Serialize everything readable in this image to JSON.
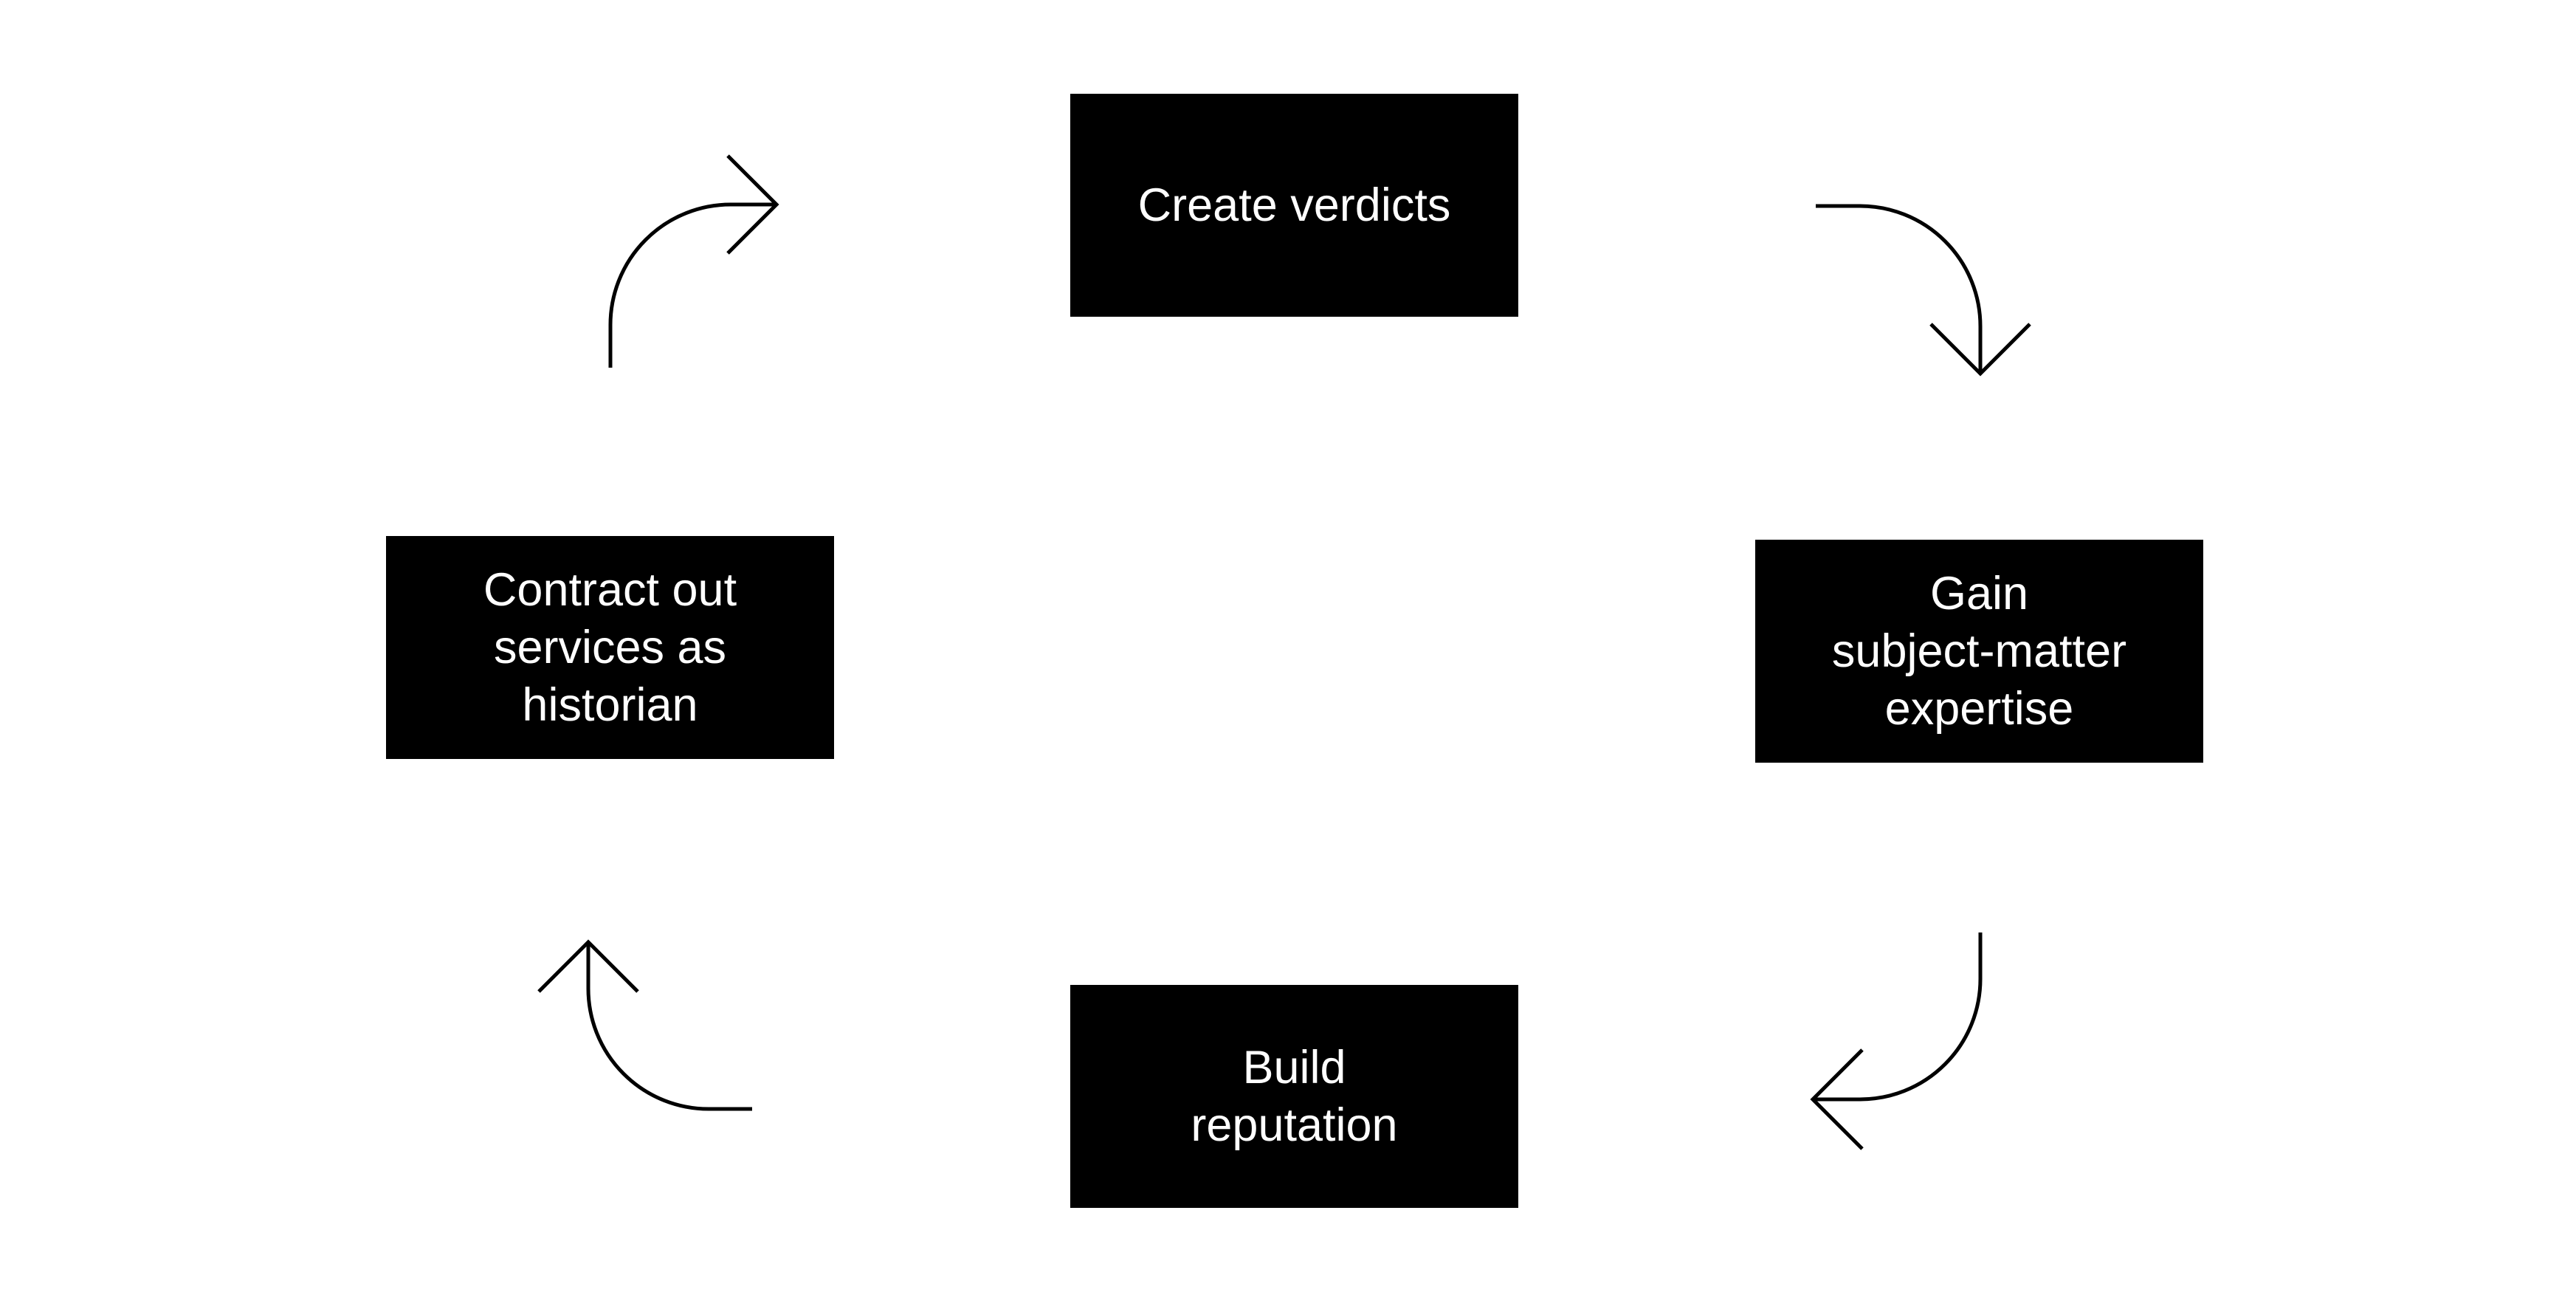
{
  "diagram": {
    "type": "cycle",
    "colors": {
      "box_fill": "#000000",
      "box_text": "#ffffff",
      "arrow": "#000000",
      "background": "#ffffff"
    },
    "steps": [
      {
        "id": "top",
        "label": "Create verdicts"
      },
      {
        "id": "right",
        "label": "Gain\nsubject-matter\nexpertise"
      },
      {
        "id": "bottom",
        "label": "Build\nreputation"
      },
      {
        "id": "left",
        "label": "Contract out\nservices as\nhistorian"
      }
    ],
    "arrows": [
      {
        "from": "top",
        "to": "right",
        "icon": "curved-arrow-down-icon"
      },
      {
        "from": "right",
        "to": "bottom",
        "icon": "curved-arrow-left-icon"
      },
      {
        "from": "bottom",
        "to": "left",
        "icon": "curved-arrow-up-icon"
      },
      {
        "from": "left",
        "to": "top",
        "icon": "curved-arrow-right-icon"
      }
    ]
  }
}
